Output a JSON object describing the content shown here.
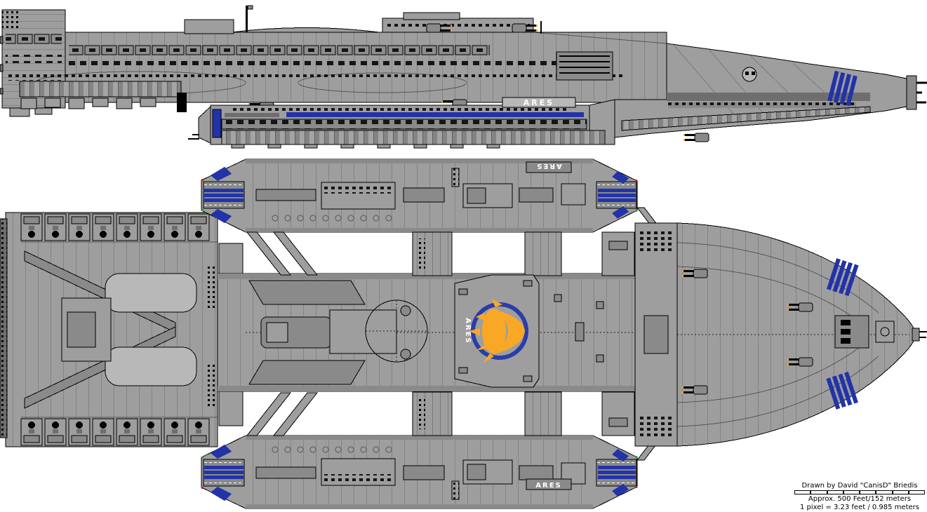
{
  "ship": {
    "name": "ARES",
    "labels": {
      "side_band": "ARES",
      "top_pod": "ARES",
      "bottom_pod": "ARES",
      "emblem": "ARES"
    }
  },
  "info_box": {
    "credit": "Drawn by David \"CanisD\" Briedis",
    "scale_text": "Approx. 500 Feet/152 meters",
    "pixel_scale": "1 pixel = 3.23 feet / 0.985 meters",
    "scale_bar_segments": 8
  },
  "colors": {
    "background": "#FFFFFF",
    "hull": "#9E9E9E",
    "hullLight": "#B8B8B8",
    "hullMid": "#8A8A8A",
    "hullDark": "#6E6E6E",
    "outline": "#000000",
    "blue": "#2233A8",
    "emblemBlue": "#2B3DA8",
    "orange": "#F9A826",
    "white": "#FFFFFF",
    "navRed": "#CC2222",
    "navGreen": "#22AA22"
  }
}
